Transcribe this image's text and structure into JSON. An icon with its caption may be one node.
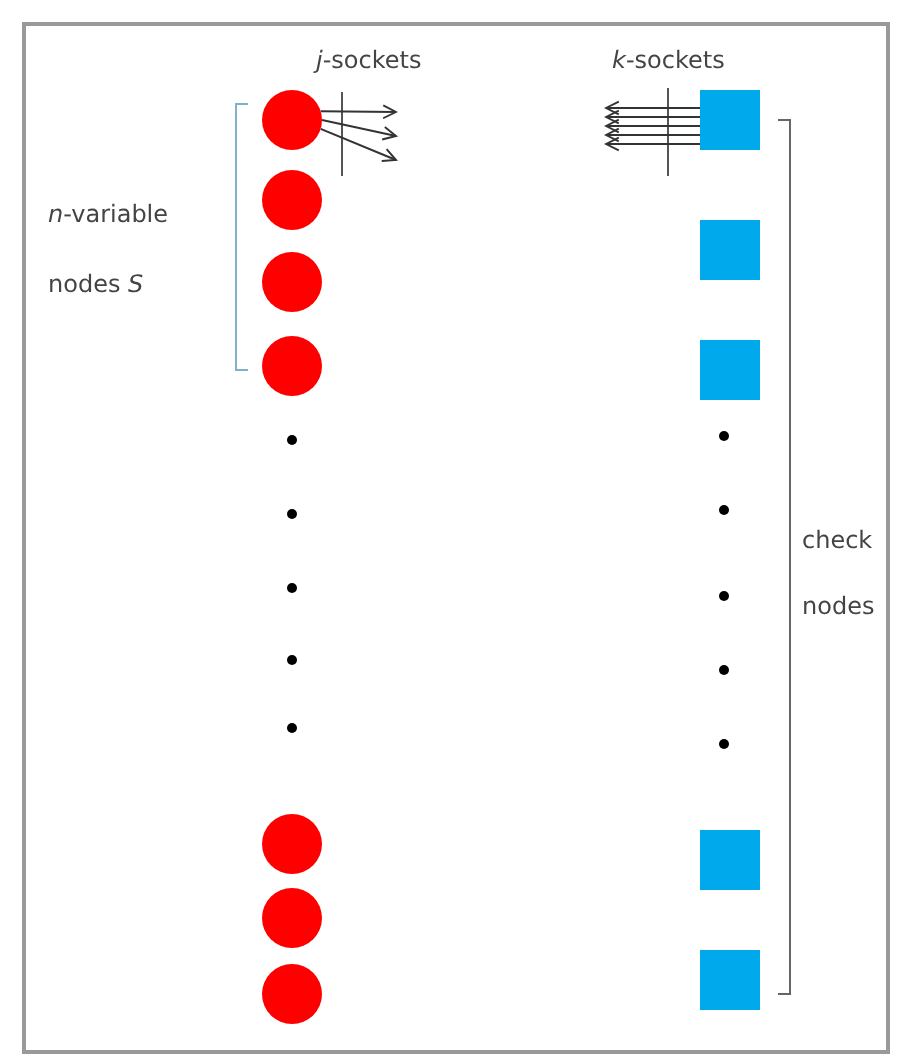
{
  "diagram": {
    "nodes": [
      {
        "text": [],
        "shape": "circle"
      },
      {
        "text": [],
        "shape": "circle"
      },
      {
        "text": [],
        "shape": "circle"
      },
      {
        "text": [],
        "shape": "circle"
      },
      {
        "text": [],
        "shape": "circle"
      },
      {
        "text": [],
        "shape": "circle"
      },
      {
        "text": [],
        "shape": "circle"
      },
      {
        "text": [],
        "shape": "box"
      },
      {
        "text": [],
        "shape": "box"
      },
      {
        "text": [],
        "shape": "box"
      },
      {
        "text": [],
        "shape": "box"
      },
      {
        "text": [],
        "shape": "box"
      }
    ],
    "edges": [
      {
        "from": 0,
        "to": null,
        "arrow": "to"
      },
      {
        "from": 0,
        "to": null,
        "arrow": "to"
      },
      {
        "from": 0,
        "to": null,
        "arrow": "to"
      },
      {
        "from": 7,
        "to": null,
        "arrow": "to"
      },
      {
        "from": 7,
        "to": null,
        "arrow": "to"
      },
      {
        "from": 7,
        "to": null,
        "arrow": "to"
      },
      {
        "from": 7,
        "to": null,
        "arrow": "to"
      },
      {
        "from": 7,
        "to": null,
        "arrow": "to"
      }
    ],
    "labels": [
      "*j*-sockets",
      "*k*-sockets",
      "*n*-variable nodes *S*",
      "check nodes"
    ]
  }
}
